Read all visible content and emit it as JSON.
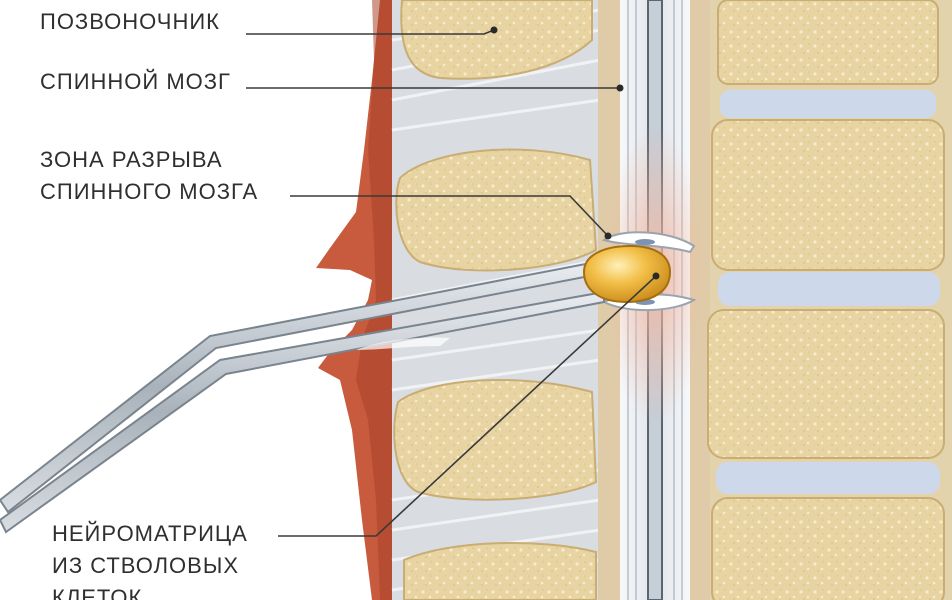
{
  "labels": {
    "spine": "ПОЗВОНОЧНИК",
    "spinal_cord": "СПИННОЙ МОЗГ",
    "rupture_zone_line1": "ЗОНА РАЗРЫВА",
    "rupture_zone_line2": "СПИННОГО МОЗГА",
    "neuromatrix_line1": "НЕЙРОМАТРИЦА",
    "neuromatrix_line2": "ИЗ СТВОЛОВЫХ",
    "neuromatrix_line3": "КЛЕТОК"
  },
  "colors": {
    "bone_fill": "#e9d6a6",
    "bone_texture": "#f4e8c6",
    "disc": "#cfdbeb",
    "soft_tissue": "#c9563b",
    "membrane": "#d9c8ad",
    "cord": "#eef1f4",
    "injury_glow": "#f2c5b4",
    "matrix": "#f0b640",
    "instrument": "#b9c1c9",
    "leader_line": "#3a3a3a",
    "text": "#2f2f2f"
  }
}
